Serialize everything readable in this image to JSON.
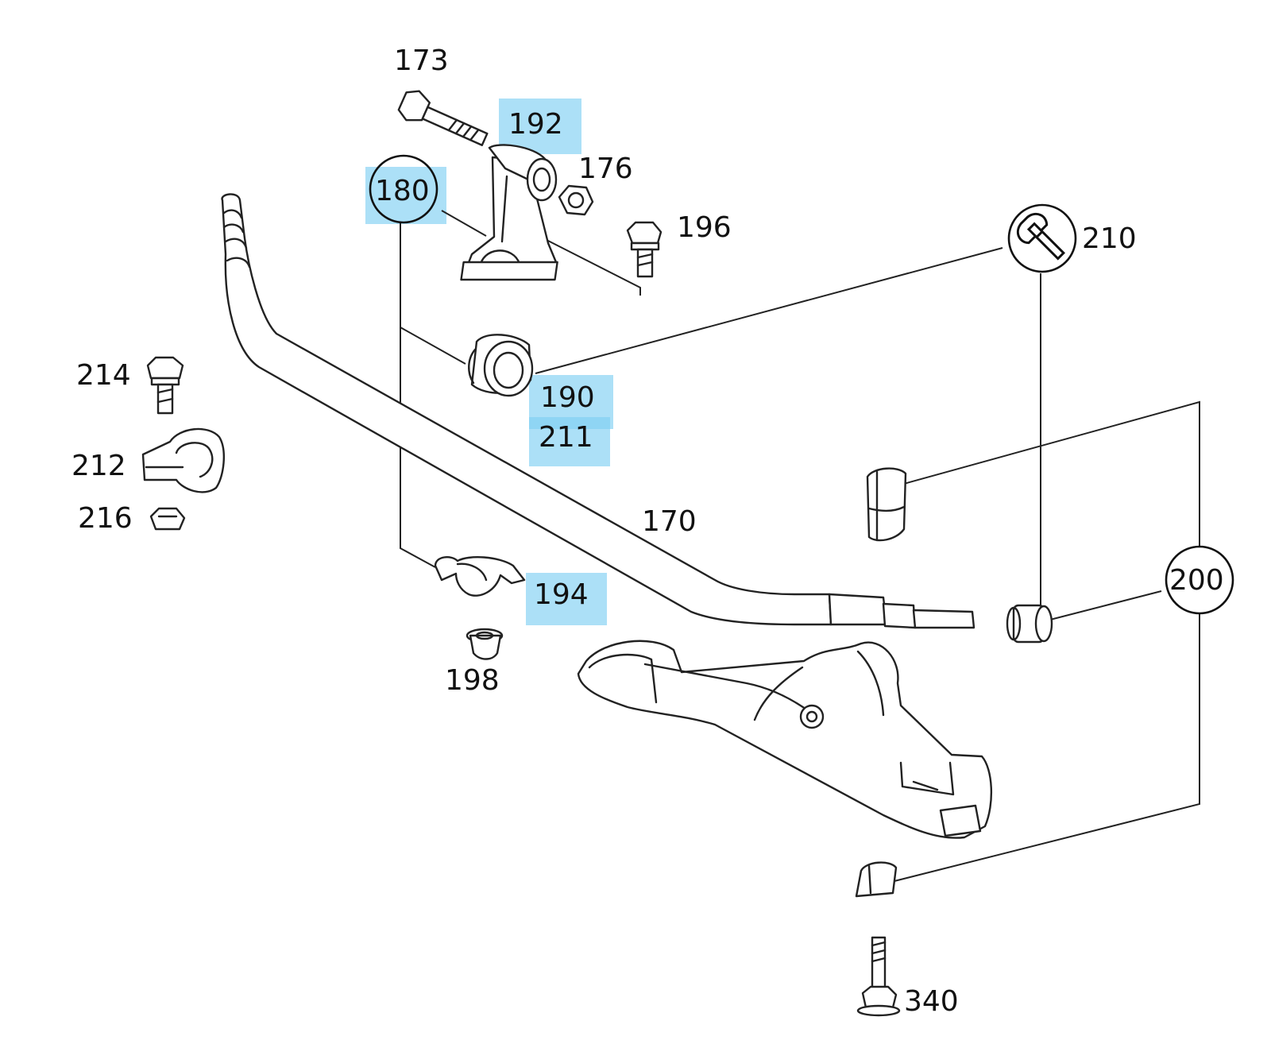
{
  "highlight_color": "#7fcff2",
  "labels": {
    "p173": "173",
    "p192": "192",
    "p176": "176",
    "p180": "180",
    "p196": "196",
    "p210": "210",
    "p214": "214",
    "p190": "190",
    "p211": "211",
    "p212": "212",
    "p216": "216",
    "p170": "170",
    "p194": "194",
    "p200": "200",
    "p198": "198",
    "p340": "340"
  },
  "icons": {
    "p210_symbol": "wrench-icon"
  },
  "highlighted_parts": [
    "180",
    "192",
    "190",
    "211",
    "194"
  ]
}
